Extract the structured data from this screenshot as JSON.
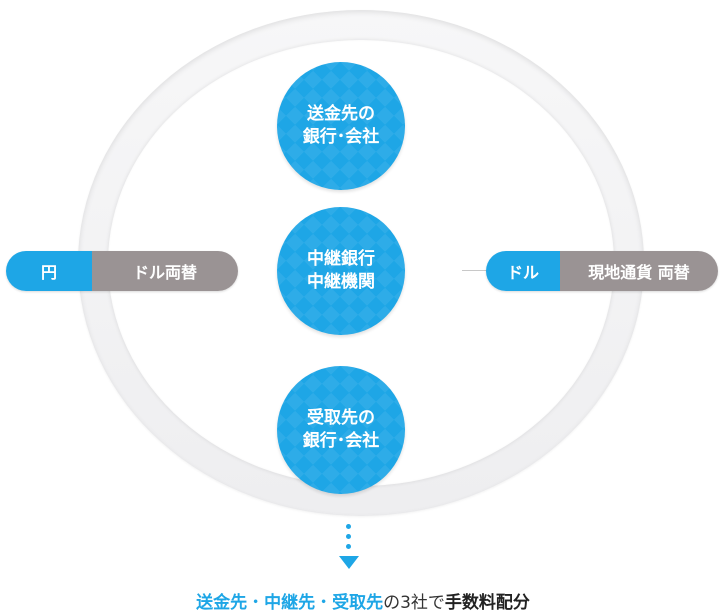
{
  "colors": {
    "accent": "#1ea6e6",
    "gray_segment": "#9a9394",
    "ring": "#eeeef0"
  },
  "circles": [
    {
      "line1": "送金先の",
      "line2": "銀行･会社"
    },
    {
      "line1": "中継銀行",
      "line2": "中継機関"
    },
    {
      "line1": "受取先の",
      "line2": "銀行･会社"
    }
  ],
  "left_pill": {
    "currency": "円",
    "label": "ドル両替"
  },
  "right_pill": {
    "currency": "ドル",
    "label": "現地通貨 両替"
  },
  "caption": {
    "part1": "送金先",
    "sep1": "・",
    "part2": "中継先",
    "sep2": "・",
    "part3": "受取先",
    "middle": "の3社で",
    "emphasis": "手数料配分"
  }
}
